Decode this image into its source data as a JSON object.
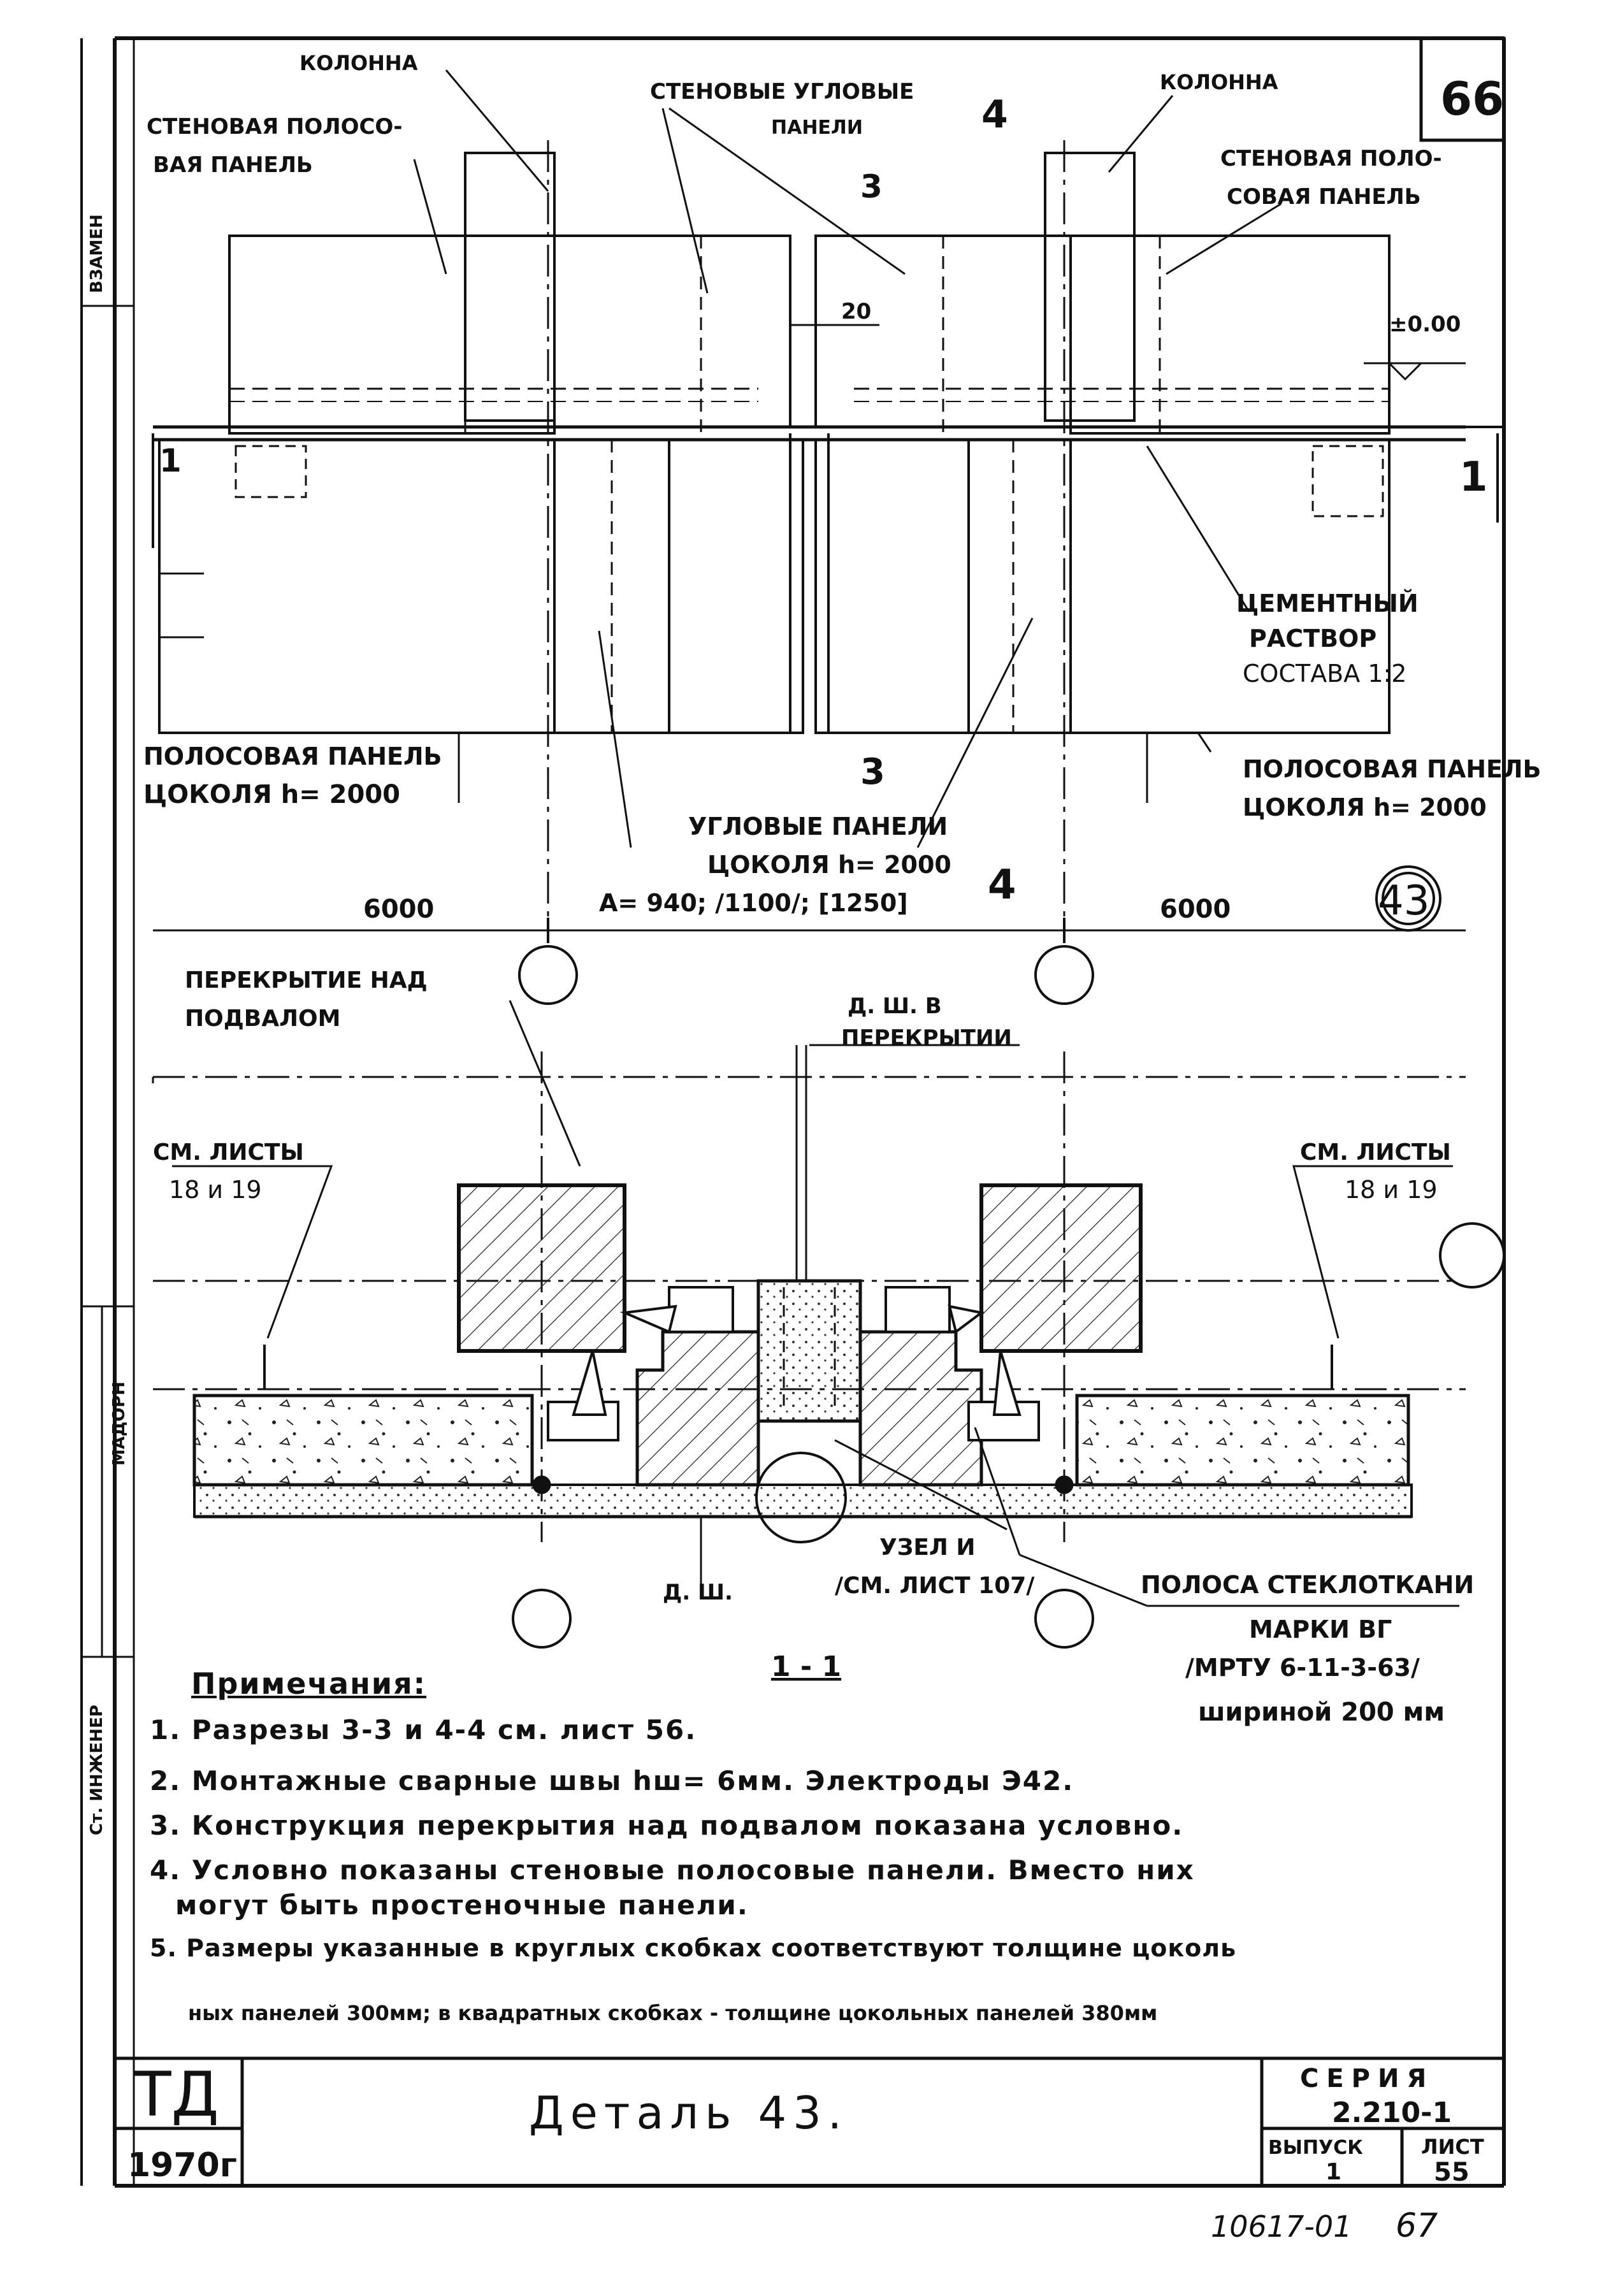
{
  "sheet_corner": "66",
  "side_stamps": {
    "vzamen": "ВЗАМЕН",
    "madorin": "МАДОРН",
    "st_inzh": "Ст. ИНЖЕНЕР"
  },
  "plan": {
    "kolonna_left": "КОЛОННА",
    "kolonna_right": "КОЛОННА",
    "stenovye_uglovye_1": "СТЕНОВЫЕ УГЛОВЫЕ",
    "stenovye_uglovye_2": "ПАНЕЛИ",
    "section_4_top": "4",
    "section_3_top": "3",
    "stenovaya_left_1": "СТЕНОВАЯ ПОЛОСО-",
    "stenovaya_left_2": "ВАЯ ПАНЕЛЬ",
    "stenovaya_right_1": "СТЕНОВАЯ ПОЛО-",
    "stenovaya_right_2": "СОВАЯ ПАНЕЛЬ",
    "dim_20": "20",
    "level_mark": "±0.00",
    "section_1_left": "1",
    "section_1_right": "1",
    "cement_1": "ЦЕМЕНТНЫЙ",
    "cement_2": "РАСТВОР",
    "cement_3": "СОСТАВА 1:2",
    "cokol_left_1": "ПОЛОСОВАЯ ПАНЕЛЬ",
    "cokol_left_2": "ЦОКОЛЯ  h= 2000",
    "cokol_right_1": "ПОЛОСОВАЯ ПАНЕЛЬ",
    "cokol_right_2": "ЦОКОЛЯ  h= 2000",
    "section_3_bottom": "3",
    "uglovye_1": "УГЛОВЫЕ ПАНЕЛИ",
    "uglovye_2": "ЦОКОЛЯ  h= 2000",
    "uglovye_3": "А= 940; /1100/; [1250]",
    "section_4_bottom": "4",
    "dim_6000_left": "6000",
    "dim_6000_right": "6000",
    "detail_number": "43"
  },
  "section": {
    "perekrytie_1": "ПЕРЕКРЫТИЕ  НАД",
    "perekrytie_2": "ПОДВАЛОМ",
    "dsh_1": "Д. Ш.  В",
    "dsh_2": "ПЕРЕКРЫТИИ",
    "sm_left_1": "СМ. ЛИСТЫ",
    "sm_left_2": "18 и 19",
    "sm_right_1": "СМ. ЛИСТЫ",
    "sm_right_2": "18 и 19",
    "uzel_1": "УЗЕЛ    И",
    "uzel_2": "/СМ. ЛИСТ 107/",
    "dsh_bottom": "Д. Ш.",
    "polosa_1": "ПОЛОСА  СТЕКЛОТКАНИ",
    "polosa_2": "МАРКИ  ВГ",
    "polosa_3": "/МРТУ 6-11-3-63/",
    "polosa_4": "шириной  200 мм",
    "section_title": "1 - 1"
  },
  "notes": {
    "title": "Примечания:",
    "n1": "1. Разрезы  3-3  и 4-4   см. лист  56.",
    "n2": "2. Монтажные  сварные  швы  hш= 6мм.  Электроды  Э42.",
    "n3": "3. Конструкция  перекрытия  над  подвалом  показана  условно.",
    "n4a": "4. Условно  показаны  стеновые  полосовые  панели.  Вместо  них",
    "n4b": "могут  быть  простеночные  панели.",
    "n5a": "5. Размеры  указанные  в  круглых  скобках  соответствуют  толщине  цоколь",
    "n5b": "ных панелей 300мм;  в квадратных  скобках - толщине  цокольных  панелей 380мм"
  },
  "title_block": {
    "td": "ТД",
    "year": "1970г",
    "title": "Деталь  43.",
    "series_label": "СЕРИЯ",
    "series_value": "2.210-1",
    "vypusk_label": "ВЫПУСК",
    "vypusk_value": "1",
    "list_label": "ЛИСТ",
    "list_value": "55"
  },
  "footer": {
    "inv_number": "10617-01",
    "page_number": "67"
  }
}
